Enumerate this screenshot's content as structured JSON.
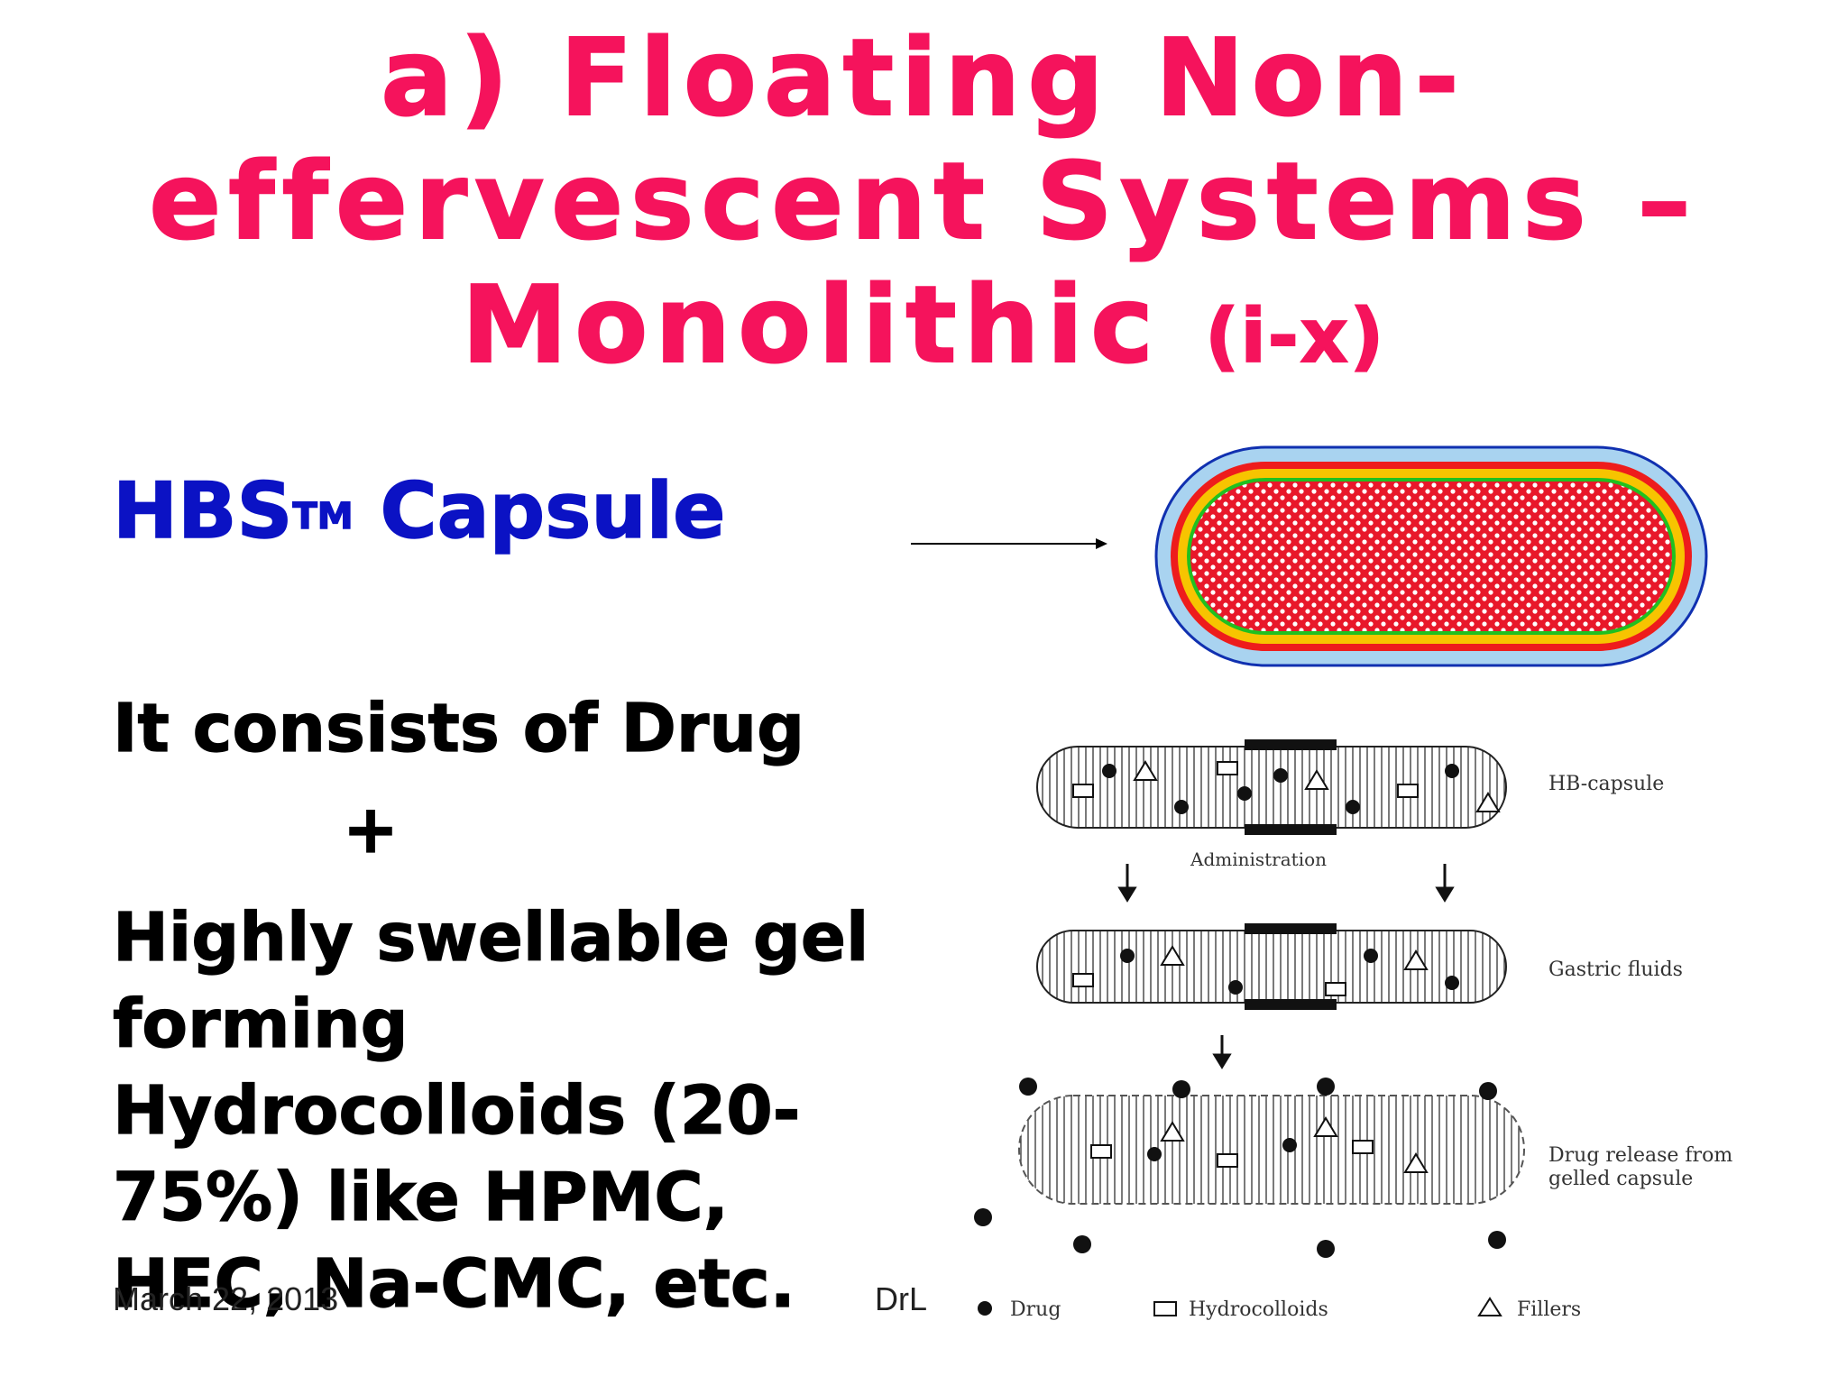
{
  "title": {
    "line1": "a) Floating Non-",
    "line2": "effervescent Systems –",
    "line3": "Monolithic",
    "suffix": "(i-x)"
  },
  "subtitle": {
    "text": "HBS",
    "mark": "TM",
    "rest": " Capsule"
  },
  "body": {
    "line1": "It consists of Drug",
    "plus": "+",
    "paragraph": "Highly swellable gel forming Hydrocolloids (20-75%) like HPMC, HEC, Na-CMC, etc."
  },
  "footer": {
    "date": "March 22, 2013",
    "author": "DrL"
  },
  "diagram": {
    "stage_labels": [
      "HB-capsule",
      "Gastric fluids",
      "Drug release from",
      "gelled capsule"
    ],
    "step_label": "Administration",
    "legend": [
      "Drug",
      "Hydrocolloids",
      "Fillers"
    ]
  },
  "colors": {
    "title": "#f5135c",
    "subtitle": "#0b12c4",
    "capsule_outer": "#7ab8e6",
    "capsule_red": "#ee1c1c",
    "capsule_yellow": "#f7c400",
    "capsule_green": "#20c020"
  }
}
